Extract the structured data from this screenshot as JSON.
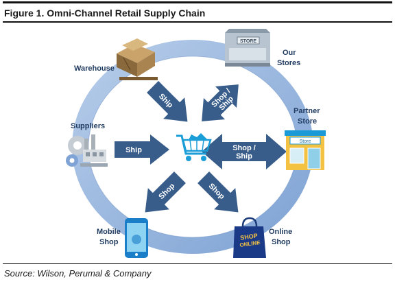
{
  "title": "Figure 1. Omni-Channel Retail Supply Chain",
  "source": "Source: Wilson, Perumal & Company",
  "nodes": {
    "warehouse": "Warehouse",
    "our_stores": [
      "Our",
      "Stores"
    ],
    "partner_store": [
      "Partner",
      "Store"
    ],
    "suppliers": "Suppliers",
    "mobile_shop": [
      "Mobile",
      "Shop"
    ],
    "online_shop": [
      "Online",
      "Shop"
    ]
  },
  "arrows": {
    "warehouse_to_cart": "Ship",
    "cart_our_stores": [
      "Shop /",
      "Ship"
    ],
    "suppliers_to_cart": "Ship",
    "cart_partner_store": [
      "Shop /",
      "Ship"
    ],
    "cart_to_mobile": "Shop",
    "cart_to_online": "Shop"
  },
  "icon_text": {
    "store_sign": "STORE",
    "partner_sign": "Store",
    "shop_online_bag": [
      "SHOP",
      "ONLINE"
    ]
  },
  "icons": [
    "warehouse-boxes-icon",
    "store-building-icon",
    "partner-storefront-icon",
    "factory-gears-icon",
    "smartphone-icon",
    "shopping-bag-icon",
    "shopping-cart-icon"
  ],
  "colors": {
    "ring": "#9dbbe2",
    "arrow": "#385d8a",
    "label": "#1f3a5f",
    "cart": "#1b9ed8"
  }
}
